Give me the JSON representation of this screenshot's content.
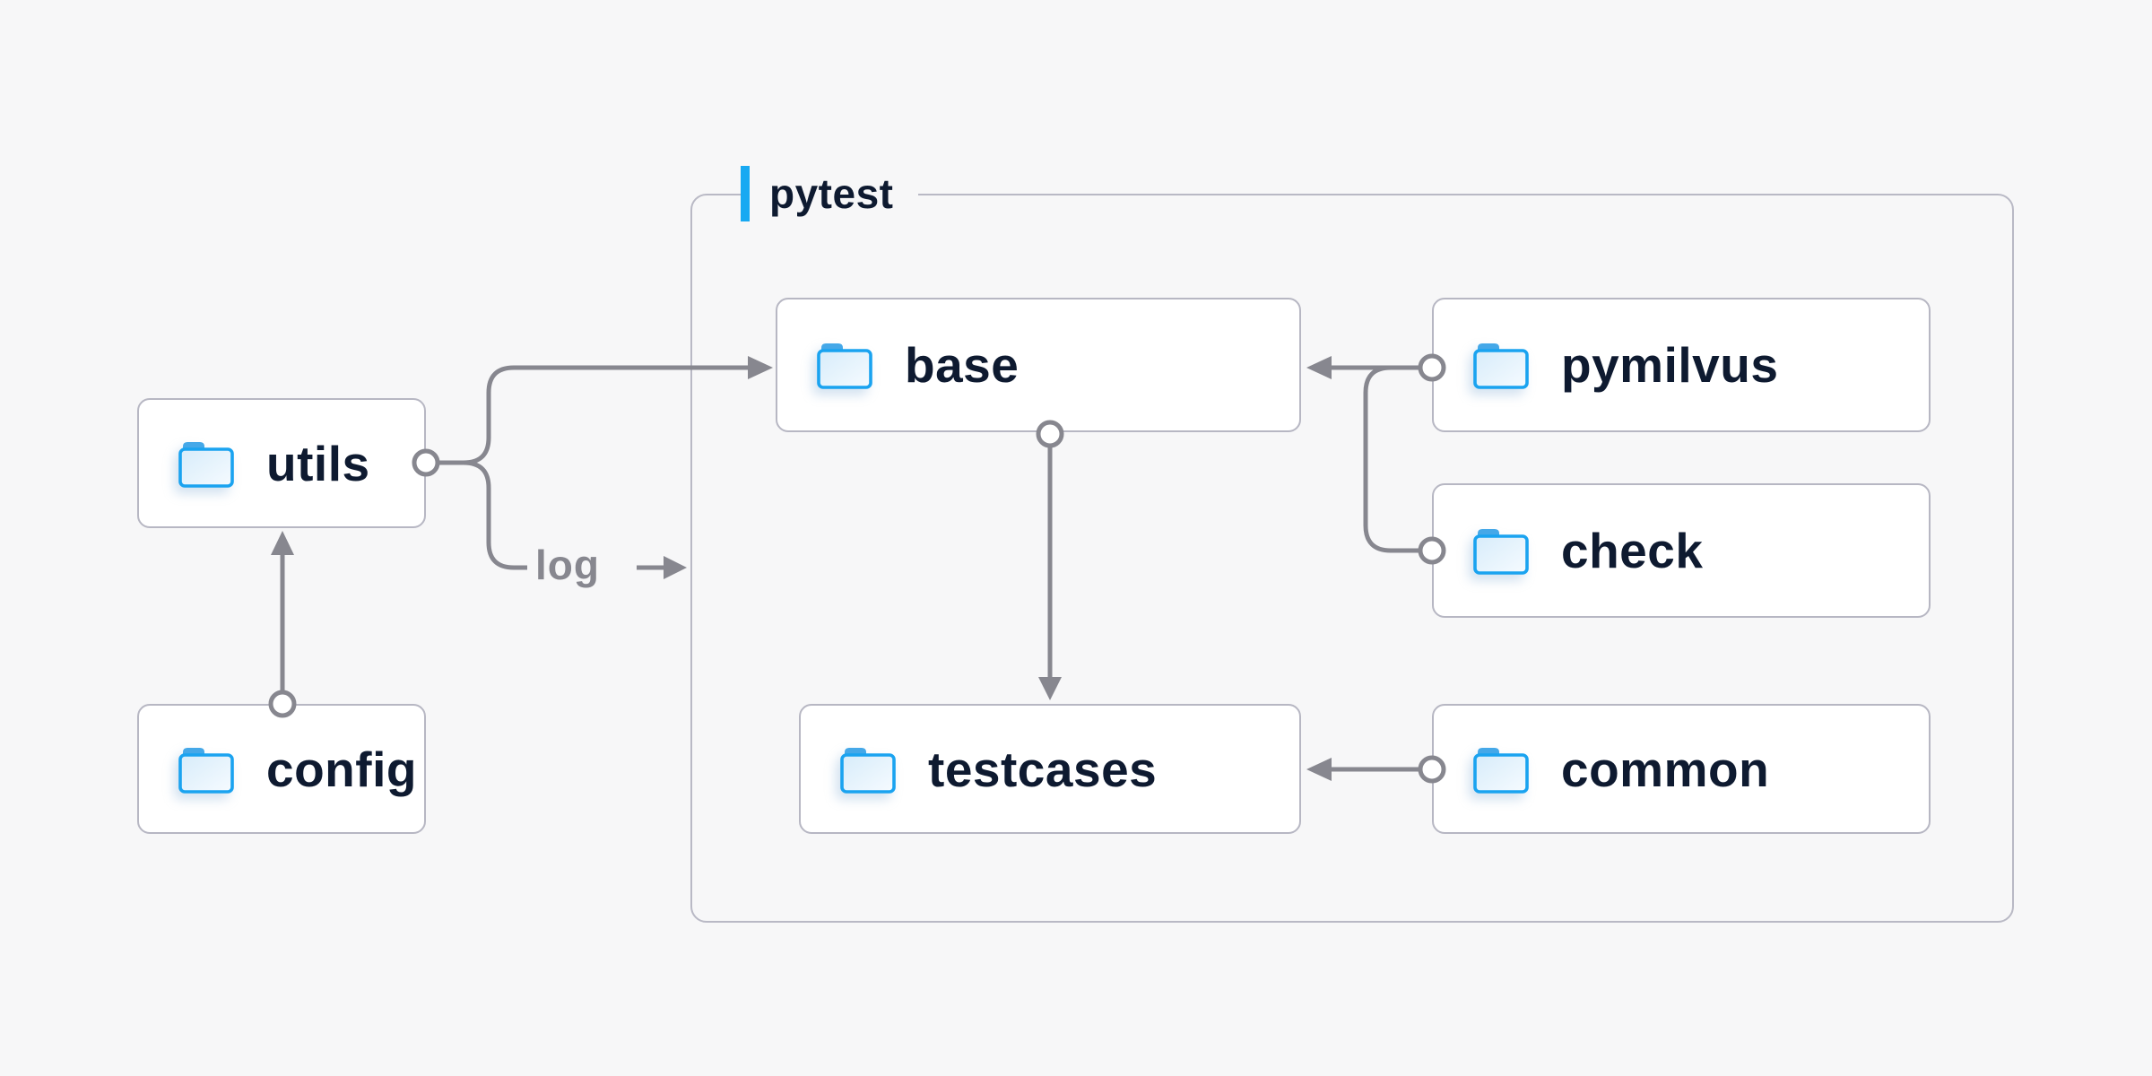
{
  "diagram": {
    "title_group": {
      "label": "pytest"
    },
    "nodes": [
      {
        "id": "utils",
        "label": "utils"
      },
      {
        "id": "config",
        "label": "config"
      },
      {
        "id": "base",
        "label": "base"
      },
      {
        "id": "pymilvus",
        "label": "pymilvus"
      },
      {
        "id": "check",
        "label": "check"
      },
      {
        "id": "testcases",
        "label": "testcases"
      },
      {
        "id": "common",
        "label": "common"
      }
    ],
    "edge_label": "log",
    "edges": [
      {
        "from": "config",
        "to": "utils"
      },
      {
        "from": "utils",
        "to": "base"
      },
      {
        "from": "utils",
        "to": "log"
      },
      {
        "from": "pymilvus",
        "to": "base"
      },
      {
        "from": "pymilvus",
        "to": "check"
      },
      {
        "from": "base",
        "to": "testcases"
      },
      {
        "from": "common",
        "to": "testcases"
      }
    ],
    "colors": {
      "background": "#f7f7f8",
      "accent_blue": "#18a9f2",
      "folder_blue": "#1aa3f0",
      "connector_gray": "#87878f",
      "box_border": "#b7b7c3",
      "text_dark": "#0e1a30"
    }
  }
}
